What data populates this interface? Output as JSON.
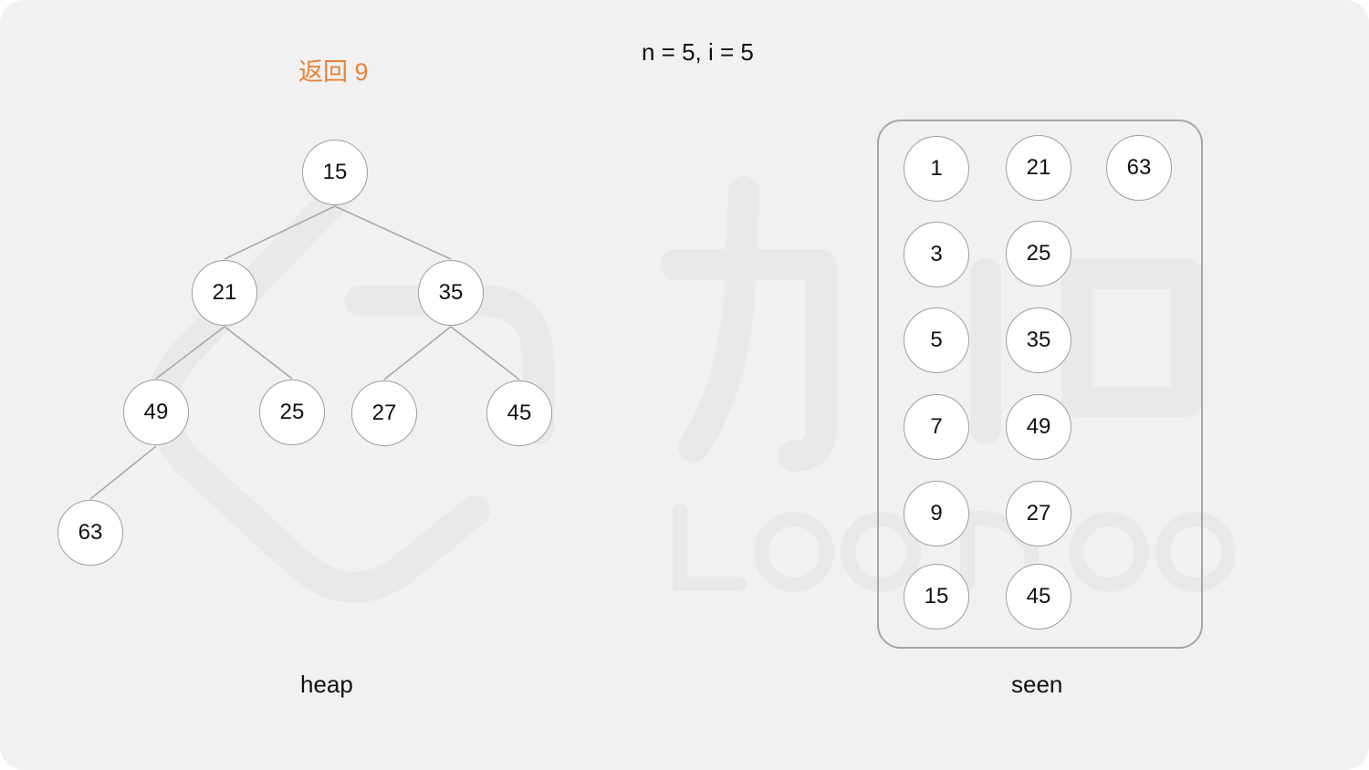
{
  "status": {
    "result": "返回 9",
    "counters": "n = 5, i = 5"
  },
  "colors": {
    "result": "#e8823a",
    "edge": "#a8a8a8",
    "node_border": "#9e9e9e",
    "background": "#f1f1f1"
  },
  "heap": {
    "label": "heap",
    "nodes": [
      "15",
      "21",
      "35",
      "49",
      "25",
      "27",
      "45",
      "63"
    ]
  },
  "seen": {
    "label": "seen",
    "columns": [
      [
        "1",
        "3",
        "5",
        "7",
        "9",
        "15"
      ],
      [
        "21",
        "25",
        "35",
        "49",
        "27",
        "45"
      ],
      [
        "63"
      ]
    ]
  }
}
